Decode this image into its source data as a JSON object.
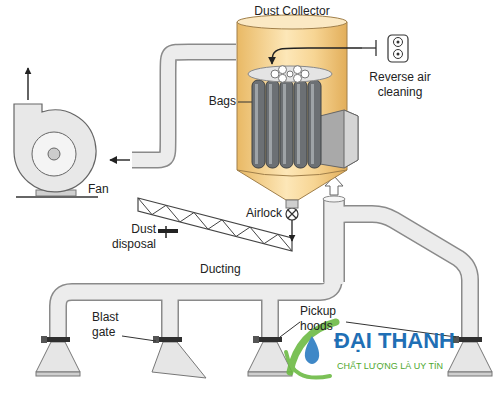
{
  "diagram": {
    "nodes": [
      {
        "text": [
          "Dust Collector"
        ]
      },
      {
        "text": [
          "Reverse air cleaning"
        ]
      },
      {
        "text": [
          "Bags"
        ],
        "in": 0
      },
      {
        "text": [
          "Fan"
        ]
      }
    ],
    "edges": [
      {
        "from": 0,
        "to": 3,
        "arrow": "to"
      },
      {
        "from": 1,
        "to": 2,
        "arrow": "to"
      }
    ],
    "labels": [
      "Airlock",
      "Dust disposal",
      "Ducting",
      "Blast gate",
      "Pickup hoods",
      "ĐẠI THANH",
      "CHẤT LƯỢNG LÀ UY TÍN"
    ]
  }
}
